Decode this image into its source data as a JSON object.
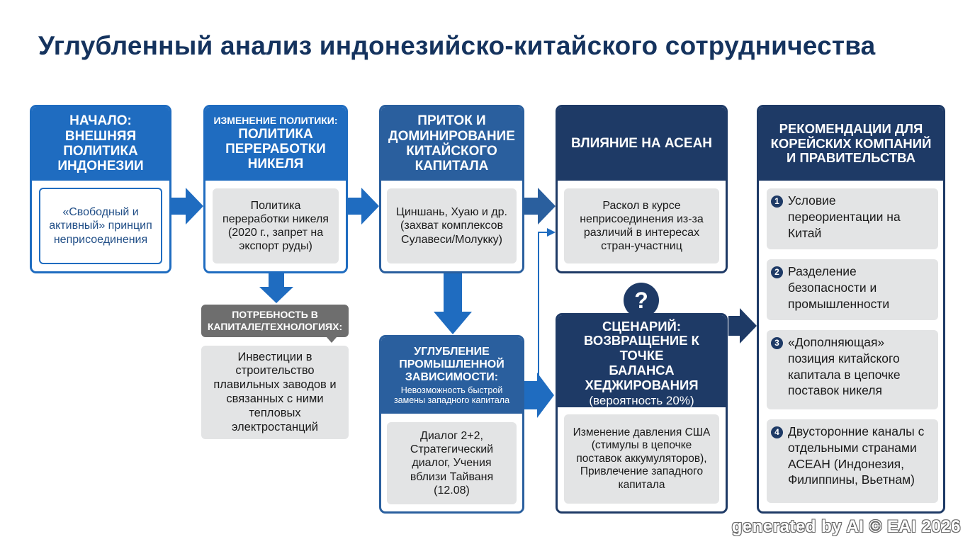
{
  "title": "Углубленный анализ индонезийско-китайского сотрудничества",
  "nodes": {
    "start": {
      "header": "НАЧАЛО:\nВНЕШНЯЯ\nПОЛИТИКА\nИНДОНЕЗИИ",
      "body": "«Свободный и активный» принцип неприсоединения"
    },
    "policy": {
      "header_small": "ИЗМЕНЕНИЕ ПОЛИТИКИ:",
      "header": "ПОЛИТИКА\nПЕРЕРАБОТКИ\nНИКЕЛЯ",
      "body": "Политика переработки никеля (2020 г., запрет на экспорт руды)"
    },
    "need": {
      "label": "ПОТРЕБНОСТЬ В КАПИТАЛЕ/ТЕХНОЛОГИЯХ:",
      "body": "Инвестиции в строительство плавильных заводов и связанных с ними тепловых электростанций"
    },
    "inflow": {
      "header": "ПРИТОК И\nДОМИНИРОВАНИЕ\nКИТАЙСКОГО\nКАПИТАЛА",
      "body": "Циншань, Хуаю и др. (захват комплексов Сулавеси/Молукку)"
    },
    "dependence": {
      "header": "УГЛУБЛЕНИЕ\nПРОМЫШЛЕННОЙ\nЗАВИСИМОСТИ:",
      "header_sub": "Невозможность быстрой замены западного капитала",
      "body": "Диалог 2+2, Стратегический диалог, Учения вблизи Тайваня (12.08)"
    },
    "asean": {
      "header": "ВЛИЯНИЕ НА АСЕАН",
      "body": "Раскол в курсе неприсоединения из-за различий в интересах стран-участниц"
    },
    "scenario": {
      "question_mark": "?",
      "header": "СЦЕНАРИЙ:\nВОЗВРАЩЕНИЕ К ТОЧКЕ\nБАЛАНСА\nХЕДЖИРОВАНИЯ",
      "header_sub": "(вероятность 20%)",
      "body": "Изменение давления США (стимулы в цепочке поставок аккумуляторов), Привлечение западного капитала"
    },
    "recommendations": {
      "header": "РЕКОМЕНДАЦИИ ДЛЯ\nКОРЕЙСКИХ КОМПАНИЙ\nИ ПРАВИТЕЛЬСТВА",
      "items": [
        {
          "num": "1",
          "text": "Условие переориентации на Китай"
        },
        {
          "num": "2",
          "text": "Разделение безопасности и промышленности"
        },
        {
          "num": "3",
          "text": "«Дополняющая» позиция китайского капитала в цепочке поставок никеля"
        },
        {
          "num": "4",
          "text": "Двусторонние каналы с отдельными странами АСЕАН (Индонезия, Филиппины, Вьетнам)"
        }
      ]
    }
  },
  "watermark": "generated by AI © EAI 2026",
  "colors": {
    "title": "#15335e",
    "blue": "#1f6cc0",
    "mid_blue": "#2a5f9e",
    "navy": "#1e3a66",
    "gray_label": "#6e6e6e",
    "panel": "#e3e4e5"
  }
}
